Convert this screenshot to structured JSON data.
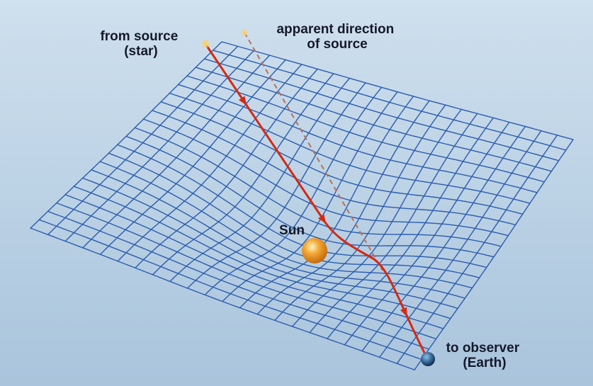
{
  "labels": {
    "source_line1": "from source",
    "source_line2": "(star)",
    "apparent_line1": "apparent direction",
    "apparent_line2": "of source",
    "sun": "Sun",
    "observer_line1": "to observer",
    "observer_line2": "(Earth)"
  },
  "colors": {
    "background_top": "#cfe0ee",
    "background_bottom": "#a9c4dc",
    "grid": "#2b5cae",
    "light_path": "#d42a14",
    "apparent_path": "#b8705a",
    "sun": "#f2a531",
    "star": "#f6d27a",
    "earth": "#2c5d8c"
  },
  "icons": {
    "star": "star-icon",
    "apparent_star": "star-icon",
    "sun": "sun-icon",
    "earth": "earth-icon"
  }
}
